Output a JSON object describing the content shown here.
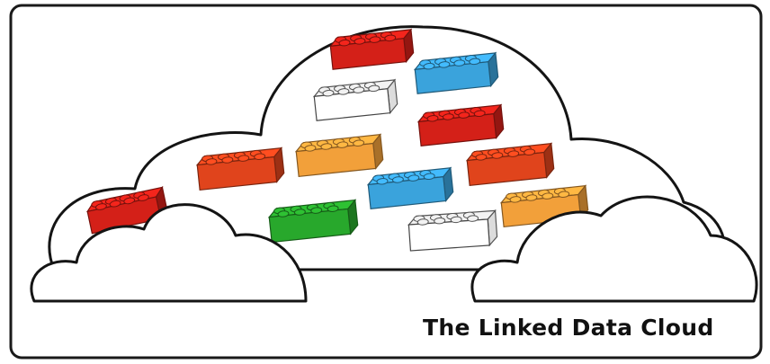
{
  "caption": "The Linked Data Cloud",
  "colors": {
    "red": "#d42018",
    "red_orange": "#e0441c",
    "orange": "#f2a03a",
    "blue": "#3aa3dc",
    "green": "#28a82c",
    "white": "#ffffff",
    "outline": "#141414"
  },
  "bricks": [
    {
      "name": "brick-red-top",
      "color": "red"
    },
    {
      "name": "brick-blue-top",
      "color": "blue"
    },
    {
      "name": "brick-white-top",
      "color": "white"
    },
    {
      "name": "brick-red-middle",
      "color": "red"
    },
    {
      "name": "brick-red-orange-left",
      "color": "red_orange"
    },
    {
      "name": "brick-orange-center",
      "color": "orange"
    },
    {
      "name": "brick-red-orange-right",
      "color": "red_orange"
    },
    {
      "name": "brick-red-far-left",
      "color": "red"
    },
    {
      "name": "brick-blue-center",
      "color": "blue"
    },
    {
      "name": "brick-orange-right",
      "color": "orange"
    },
    {
      "name": "brick-green-left",
      "color": "green"
    },
    {
      "name": "brick-white-bottom",
      "color": "white"
    }
  ]
}
